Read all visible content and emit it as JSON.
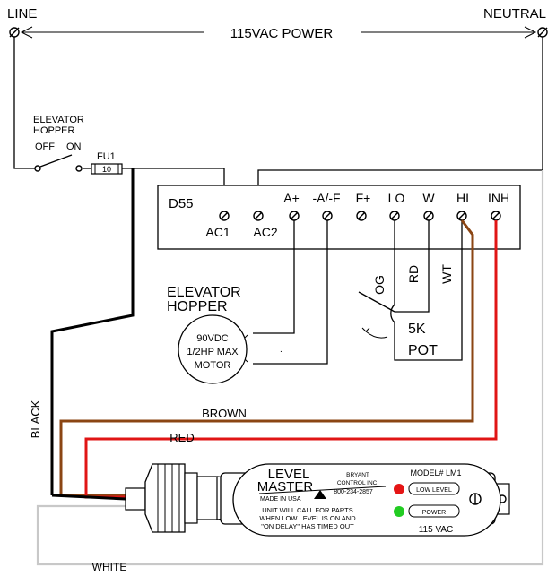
{
  "line_label": "LINE",
  "neutral_label": "NEUTRAL",
  "power_label": "115VAC POWER",
  "switch": {
    "title_1": "ELEVATOR",
    "title_2": "HOPPER",
    "off": "OFF",
    "on": "ON"
  },
  "fuse": {
    "label": "FU1",
    "rating": "10"
  },
  "drive": {
    "name": "D55",
    "terminals": {
      "ac1": "AC1",
      "ac2": "AC2",
      "a_plus": "A+",
      "a_minus_f": "-A/-F",
      "f_plus": "F+",
      "lo": "LO",
      "w": "W",
      "hi": "HI",
      "inh": "INH"
    }
  },
  "pot_wires": {
    "og": "OG",
    "rd": "RD",
    "wt": "WT"
  },
  "pot": {
    "value": "5K",
    "label": "POT"
  },
  "motor_caption": {
    "line_1": "ELEVATOR",
    "line_2": "HOPPER"
  },
  "motor": {
    "line_1": "90VDC",
    "line_2": "1/2HP MAX",
    "line_3": "MOTOR"
  },
  "motor_dot": ".",
  "wires": {
    "black": "BLACK",
    "brown": "BROWN",
    "red": "RED",
    "white": "WHITE"
  },
  "sensor": {
    "brand_1": "LEVEL",
    "brand_2": "MASTER",
    "made_in": "MADE IN USA",
    "company_1": "BRYANT",
    "company_2": "CONTROL INC.",
    "phone": "800-234-2857",
    "note_1": "UNIT WILL CALL FOR PARTS",
    "note_2": "WHEN LOW LEVEL IS ON AND",
    "note_3": "\"ON DELAY\" HAS TIMED OUT",
    "model": "MODEL# LM1",
    "low_level": "LOW LEVEL",
    "power": "POWER",
    "voltage": "115 VAC"
  },
  "colors": {
    "black_wire": "#000000",
    "brown_wire": "#8B4513",
    "red_wire": "#E01515",
    "white_wire": "#C8C8C8",
    "low_led": "#E51515",
    "power_led": "#22CC22"
  }
}
